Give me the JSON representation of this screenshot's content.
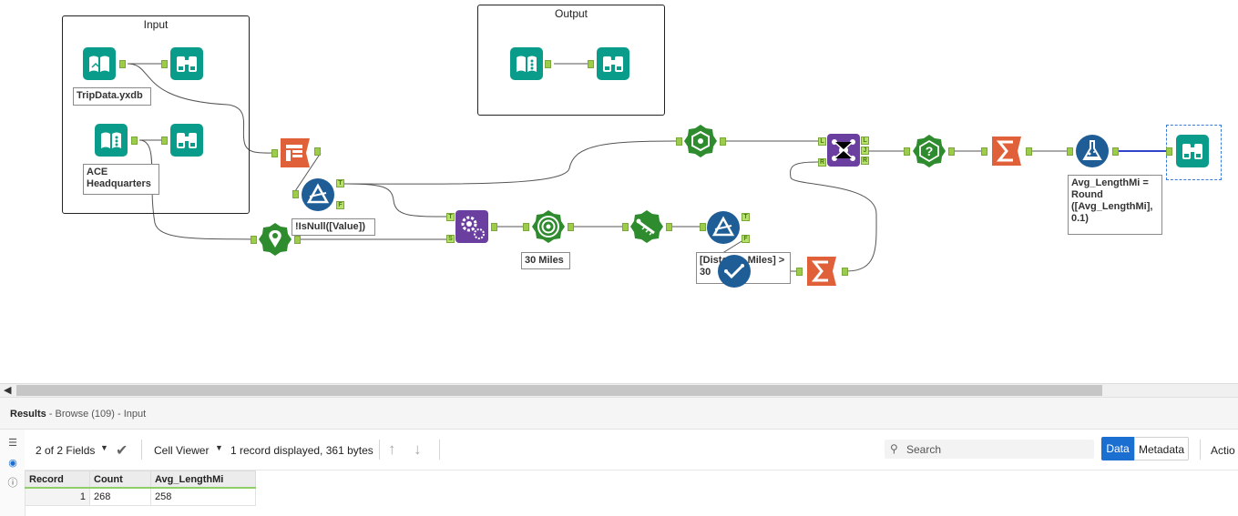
{
  "canvas": {
    "containers": [
      {
        "title": "Input"
      },
      {
        "title": "Output"
      }
    ],
    "annotations": {
      "tripdata": "TripData.yxdb",
      "ace": "ACE Headquarters",
      "filter1": "!IsNull([Value])",
      "buffer": "30 Miles",
      "filter2": "[Distance Miles] > 30",
      "formula": "Avg_LengthMi = Round ([Avg_LengthMi], 0.1)"
    },
    "anchor_labels": {
      "t": "T",
      "f": "F",
      "s": "S",
      "l": "L",
      "j": "J",
      "r": "R"
    }
  },
  "results": {
    "title": "Results",
    "subtitle": " - Browse (109) - Input",
    "fields_selector": "2 of 2 Fields",
    "cell_viewer": "Cell Viewer",
    "record_info": "1 record displayed, 361 bytes",
    "search_placeholder": "Search",
    "data_tab": "Data",
    "metadata_tab": "Metadata",
    "actions_label": "Actio",
    "columns": [
      "Record",
      "Count",
      "Avg_LengthMi"
    ],
    "rows": [
      [
        "1",
        "268",
        "258"
      ]
    ]
  },
  "colors": {
    "teal": "#0a9c8a",
    "green": "#2e8b2e",
    "navy": "#1e5d96",
    "purple": "#6b3fa0",
    "orange": "#e0603a",
    "anchor": "#9ccc4a",
    "accent": "#1a6fd1"
  }
}
